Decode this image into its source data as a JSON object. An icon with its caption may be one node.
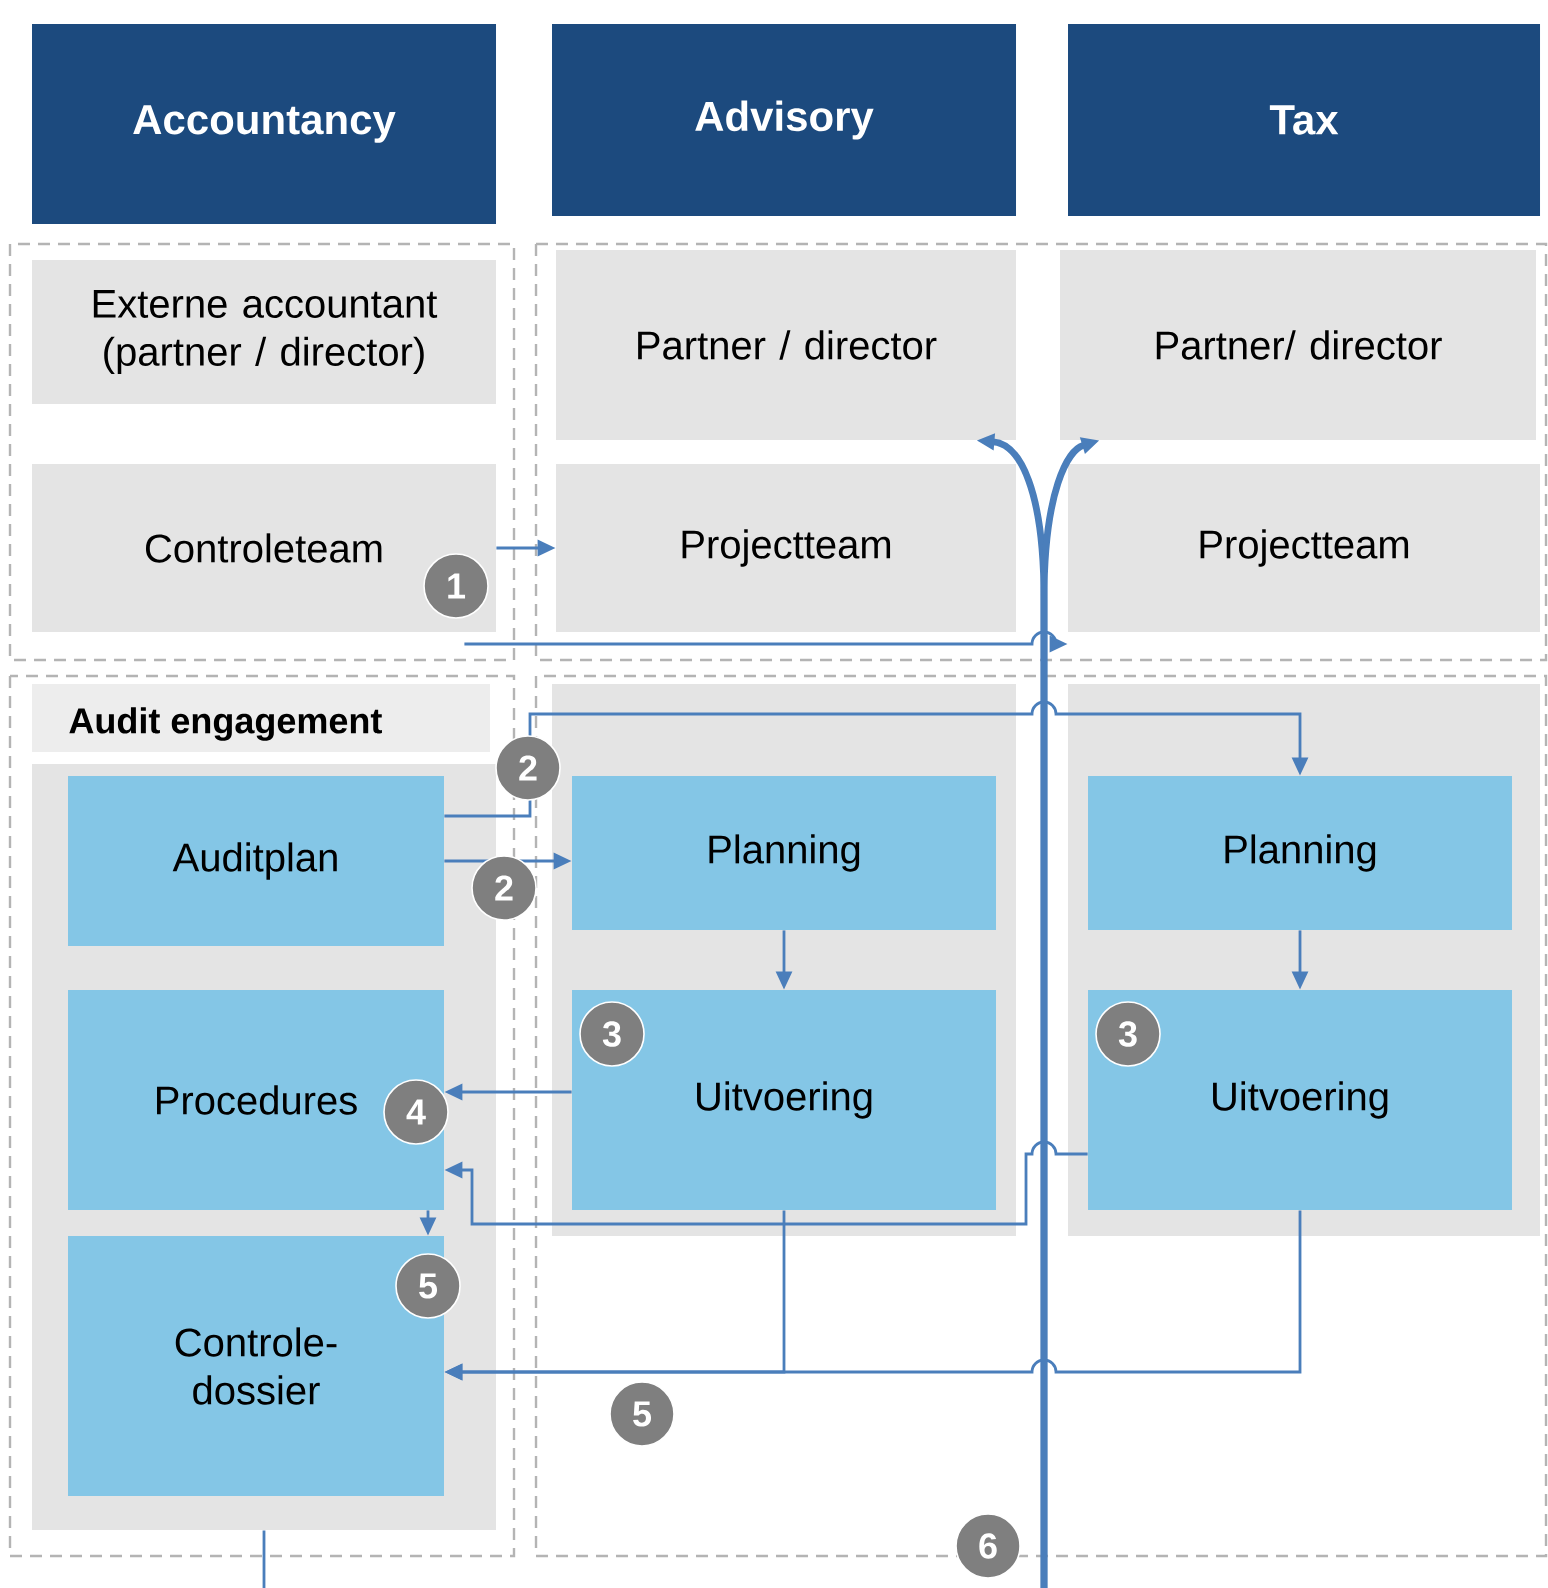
{
  "diagram": {
    "nodes": [
      {
        "text": [
          "Accountancy"
        ]
      },
      {
        "text": [
          "Advisory"
        ]
      },
      {
        "text": [
          "Tax"
        ]
      },
      {
        "text": [
          "Externe accountant (partner / director)"
        ]
      },
      {
        "text": [
          "Partner / director"
        ]
      },
      {
        "text": [
          "Partner/ director"
        ]
      },
      {
        "text": [
          "Controleteam"
        ]
      },
      {
        "text": [
          "Projectteam"
        ]
      },
      {
        "text": [
          "Projectteam"
        ]
      },
      {
        "text": [
          "Audit engagement"
        ]
      },
      {
        "text": [
          "Auditplan"
        ],
        "in": 9
      },
      {
        "text": [
          "Procedures"
        ],
        "in": 9
      },
      {
        "text": [
          "Controle- dossier"
        ],
        "in": 9
      },
      {
        "text": [],
        "shape": "box"
      },
      {
        "text": [
          "Planning"
        ],
        "in": 13
      },
      {
        "text": [
          "Uitvoering"
        ],
        "in": 13
      },
      {
        "text": [],
        "shape": "box"
      },
      {
        "text": [
          "Planning"
        ],
        "in": 16
      },
      {
        "text": [
          "Uitvoering"
        ],
        "in": 16
      }
    ],
    "edges": [
      {
        "from": 6,
        "to": 7,
        "arrow": "to"
      },
      {
        "from": 6,
        "to": 8,
        "arrow": "to"
      },
      {
        "from": 10,
        "to": 14,
        "arrow": "to"
      },
      {
        "from": 10,
        "to": 17,
        "arrow": "to"
      },
      {
        "from": 14,
        "to": 15,
        "arrow": "to"
      },
      {
        "from": 17,
        "to": 18,
        "arrow": "to"
      },
      {
        "from": 15,
        "to": 11,
        "arrow": "to"
      },
      {
        "from": 18,
        "to": 11,
        "arrow": "to"
      },
      {
        "from": 11,
        "to": 12,
        "arrow": "to"
      },
      {
        "from": 15,
        "to": 12,
        "arrow": "to"
      },
      {
        "from": 18,
        "to": 12,
        "arrow": "to"
      },
      {
        "from": null,
        "to": 4,
        "arrow": "to",
        "style": "thick"
      },
      {
        "from": null,
        "to": 5,
        "arrow": "to",
        "style": "thick"
      },
      {
        "from": 9,
        "to": null,
        "arrow": "none"
      }
    ],
    "labels": [
      "1",
      "2",
      "2",
      "3",
      "3",
      "4",
      "5",
      "5",
      "6"
    ]
  }
}
